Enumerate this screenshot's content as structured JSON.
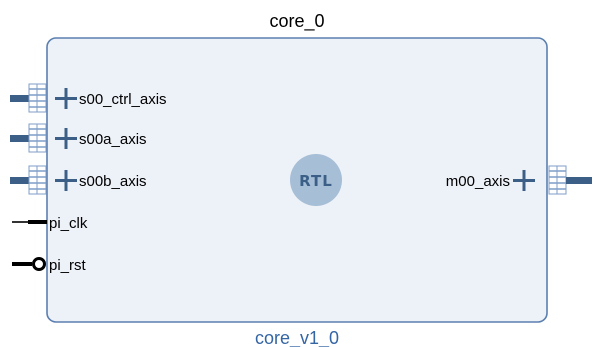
{
  "block": {
    "instance_name": "core_0",
    "module_name": "core_v1_0",
    "badge": "RTL"
  },
  "ports_left": [
    {
      "name": "s00_ctrl_axis",
      "kind": "axis-interface"
    },
    {
      "name": "s00a_axis",
      "kind": "axis-interface"
    },
    {
      "name": "s00b_axis",
      "kind": "axis-interface"
    },
    {
      "name": "pi_clk",
      "kind": "clock"
    },
    {
      "name": "pi_rst",
      "kind": "reset"
    }
  ],
  "ports_right": [
    {
      "name": "m00_axis",
      "kind": "axis-interface"
    }
  ],
  "colors": {
    "block_fill": "#edf1f8",
    "block_border": "#5b7fb0",
    "interface_blue": "#3b5f86",
    "bus_stripe": "#7f9ec7",
    "module_label": "#3465a4",
    "badge_circle": "#a6bed6",
    "wire": "#000000"
  },
  "icons": {
    "interface": "plus-expand-icon",
    "bus": "bus-connector-icon",
    "reset": "active-low-bubble-icon",
    "badge": "rtl-badge-icon"
  }
}
